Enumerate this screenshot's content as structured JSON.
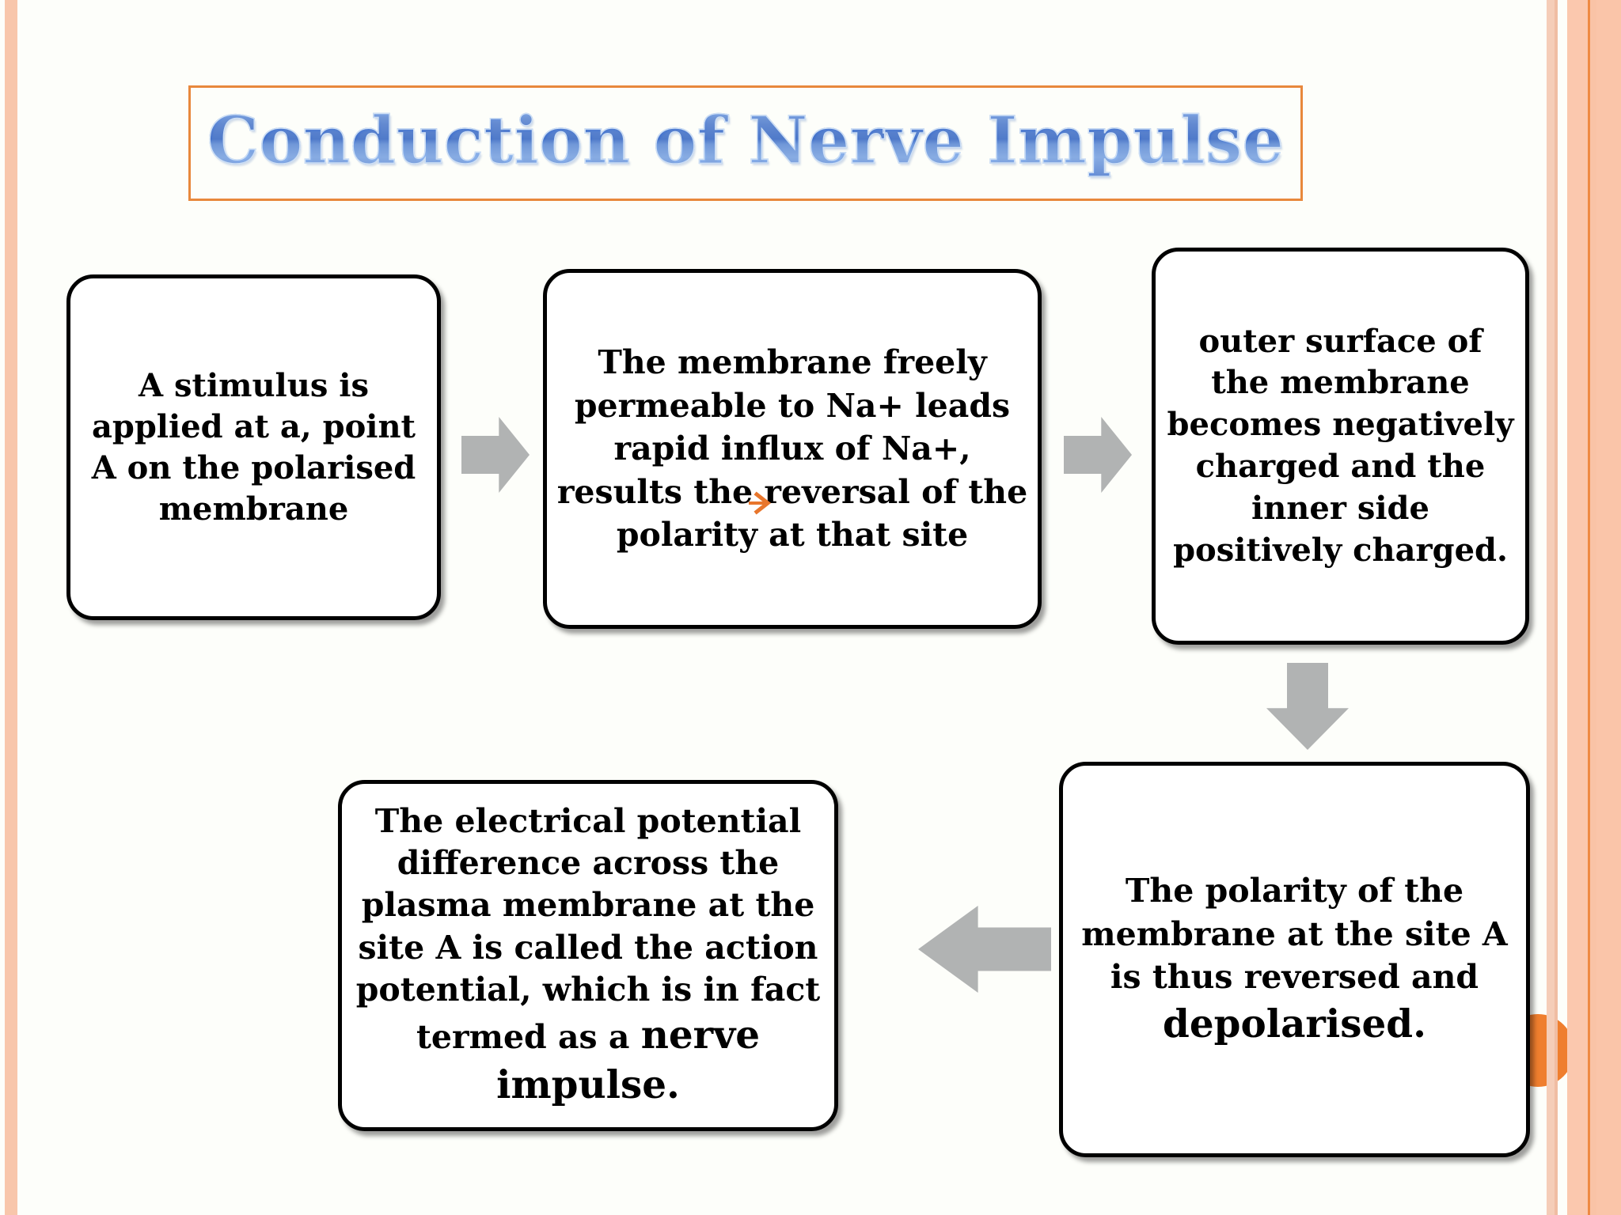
{
  "slide": {
    "title": "Conduction of Nerve Impulse",
    "title_border_color": "#e8883c",
    "background_color": "#fdfefa",
    "accent_orange": "#ef7e2e",
    "arrow_color": "#b1b3b3",
    "box_border_color": "#000000",
    "title_text_color": "#5b86d6"
  },
  "decor": {
    "left_stripe_color": "#f8c6ab",
    "right_stripe_colors": [
      "#f5cdb8",
      "#f0bda3",
      "#fbc8ae",
      "#ef8a43",
      "#f9c3a6",
      "#fac5a9"
    ],
    "circle_color": "#ef7e2e"
  },
  "flow": {
    "boxes": [
      {
        "id": "stimulus",
        "text": "A stimulus is applied at a, point A on the polarised membrane"
      },
      {
        "id": "permeable",
        "text": "The membrane freely permeable to Na+ leads rapid influx of Na+, results the reversal of the polarity at that site"
      },
      {
        "id": "outer",
        "text": "outer surface of the membrane becomes negatively charged and the inner side positively charged."
      },
      {
        "id": "polarity",
        "text_normal": "The polarity of the membrane at the site A is thus reversed and ",
        "text_emphasis": "depolarised."
      },
      {
        "id": "action",
        "text_normal": "The electrical potential difference across the plasma membrane at the site A is called the action potential, which is in fact termed as a ",
        "text_emphasis": "nerve impulse."
      }
    ],
    "arrows": [
      {
        "id": "arrow-1",
        "direction": "right",
        "from": "stimulus",
        "to": "permeable"
      },
      {
        "id": "arrow-2",
        "direction": "right",
        "from": "permeable",
        "to": "outer"
      },
      {
        "id": "arrow-3",
        "direction": "down",
        "from": "outer",
        "to": "polarity"
      },
      {
        "id": "arrow-4",
        "direction": "left",
        "from": "polarity",
        "to": "action"
      }
    ]
  }
}
